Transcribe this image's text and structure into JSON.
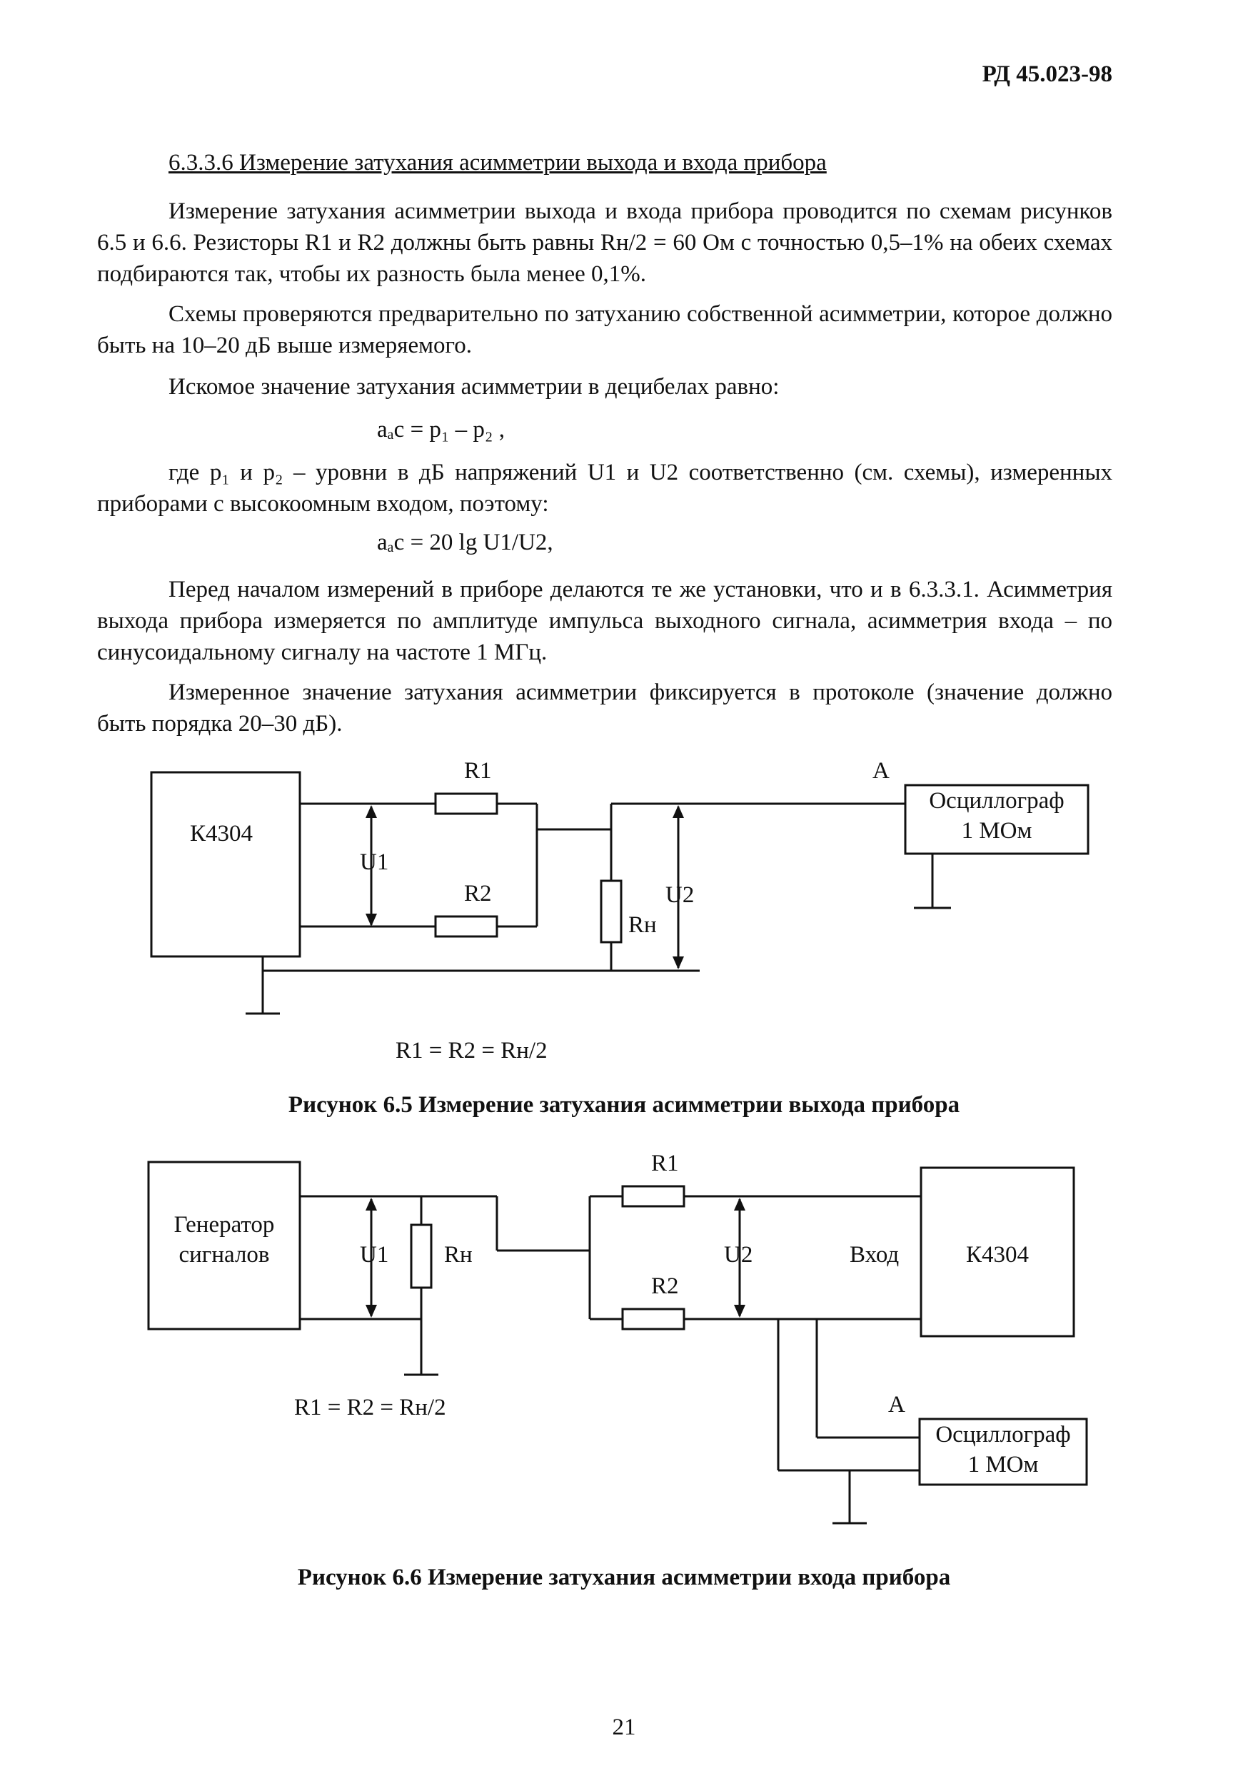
{
  "header": {
    "doc_code": "РД 45.023-98"
  },
  "section": {
    "title": "6.3.3.6 Измерение затухания асимметрии выхода и входа прибора"
  },
  "paragraphs": {
    "p1": "Измерение затухания асимметрии выхода и входа прибора проводится по схемам рисунков 6.5 и 6.6. Резисторы R1 и R2 должны быть равны Rн/2 = 60 Ом с точностью 0,5–1% на обеих схемах подбираются так, чтобы их разность была менее 0,1%.",
    "p2": "Схемы проверяются предварительно по затуханию собственной асимметрии, которое должно быть на 10–20 дБ выше измеряемого.",
    "p3": "Искомое значение затухания асимметрии в децибелах равно:",
    "p4_where": "где p₁ и p₂ – уровни в дБ напряжений U1 и U2 соответственно (см. схемы), измеренных приборами с высокоомным входом, поэтому:",
    "p5": "Перед началом измерений в приборе делаются те же установки, что и в 6.3.3.1. Асимметрия выхода прибора измеряется по амплитуде импульса выходного сигнала, асимметрия входа – по синусоидальному сигналу на частоте 1 МГц.",
    "p6": "Измеренное значение затухания асимметрии фиксируется в протоколе (значение должно быть порядка 20–30 дБ)."
  },
  "formulas": {
    "f1": "aₐc = p₁ – p₂ ,",
    "f2": "aₐc = 20 lg U1/U2,"
  },
  "figure1": {
    "device": "К4304",
    "r1": "R1",
    "r2": "R2",
    "u1": "U1",
    "u2": "U2",
    "rn": "Rн",
    "point_a": "A",
    "osc_line1": "Осциллограф",
    "osc_line2": "1 МОм",
    "equation": "R1 = R2 = Rн/2",
    "caption": "Рисунок 6.5 Измерение затухания асимметрии выхода прибора"
  },
  "figure2": {
    "gen_line1": "Генератор",
    "gen_line2": "сигналов",
    "u1": "U1",
    "rn": "Rн",
    "r1": "R1",
    "r2": "R2",
    "u2": "U2",
    "input": "Вход",
    "device": "К4304",
    "point_a": "A",
    "osc_line1": "Осциллограф",
    "osc_line2": "1 МОм",
    "equation": "R1 = R2 = Rн/2",
    "caption": "Рисунок 6.6 Измерение затухания асимметрии входа прибора"
  },
  "footer": {
    "page_number": "21"
  }
}
